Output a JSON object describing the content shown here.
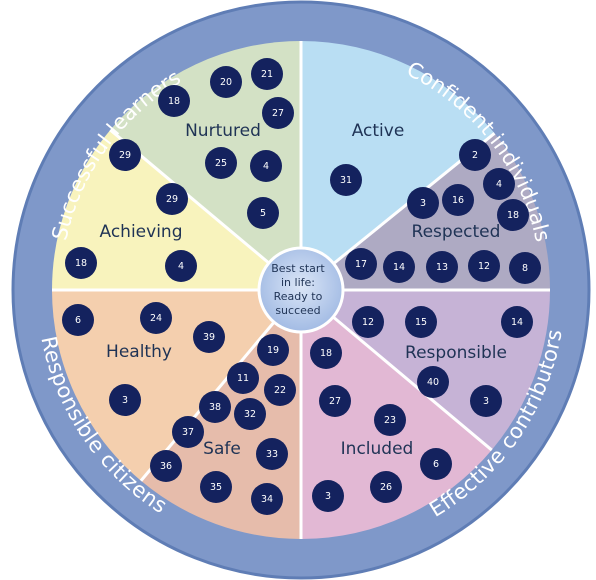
{
  "ring_labels": [
    "Successful learners",
    "Confident individuals",
    "Effective contributors",
    "Responsible citizens"
  ],
  "center": [
    "Best start",
    "in life:",
    "Ready to",
    "succeed"
  ],
  "segments": [
    {
      "label": "Active",
      "color": "#b9def3",
      "numbers": [
        "31"
      ]
    },
    {
      "label": "Respected",
      "color": "#aeaac3",
      "numbers": [
        "2",
        "4",
        "3",
        "16",
        "18",
        "17",
        "14",
        "13",
        "12",
        "8"
      ]
    },
    {
      "label": "Responsible",
      "color": "#c6b3d6",
      "numbers": [
        "12",
        "15",
        "14",
        "40",
        "3"
      ]
    },
    {
      "label": "Included",
      "color": "#e2b8d4",
      "numbers": [
        "18",
        "27",
        "23",
        "6",
        "3",
        "26"
      ]
    },
    {
      "label": "Safe",
      "color": "#e6bcab",
      "numbers": [
        "19",
        "11",
        "22",
        "38",
        "32",
        "37",
        "33",
        "36",
        "35",
        "34"
      ]
    },
    {
      "label": "Healthy",
      "color": "#f4cfae",
      "numbers": [
        "6",
        "24",
        "39",
        "3"
      ]
    },
    {
      "label": "Achieving",
      "color": "#f8f3bd",
      "numbers": [
        "29",
        "29",
        "18",
        "4"
      ]
    },
    {
      "label": "Nurtured",
      "color": "#d3e1c5",
      "numbers": [
        "20",
        "21",
        "18",
        "27",
        "25",
        "4",
        "5"
      ]
    }
  ],
  "colors": {
    "ring": "#7f98c9",
    "ring_edge": "#5f7db5",
    "circle": "#14225e",
    "hub": "#a6bfe6",
    "divider": "#ffffff"
  }
}
